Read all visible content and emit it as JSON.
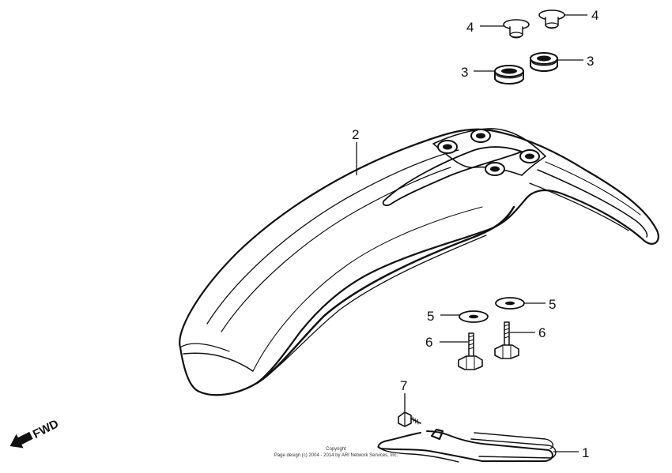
{
  "callouts": [
    {
      "id": "callout-1",
      "label": "1"
    },
    {
      "id": "callout-2",
      "label": "2"
    },
    {
      "id": "callout-3a",
      "label": "3"
    },
    {
      "id": "callout-3b",
      "label": "3"
    },
    {
      "id": "callout-4a",
      "label": "4"
    },
    {
      "id": "callout-4b",
      "label": "4"
    },
    {
      "id": "callout-5a",
      "label": "5"
    },
    {
      "id": "callout-5b",
      "label": "5"
    },
    {
      "id": "callout-6a",
      "label": "6"
    },
    {
      "id": "callout-6b",
      "label": "6"
    },
    {
      "id": "callout-7",
      "label": "7"
    }
  ],
  "direction": {
    "label": "FWD"
  },
  "footer": {
    "line1": "Copyright",
    "line2": "Page design (c) 2004 - 2014 by ARI Network Services, Inc."
  }
}
